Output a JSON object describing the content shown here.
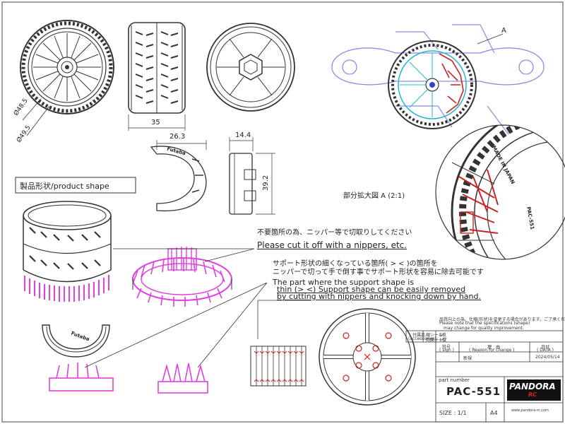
{
  "dimensions": {
    "d_inner": "Ø48.5",
    "d_outer": "Ø49.5",
    "width_35": "35",
    "w_26_3": "26.3",
    "w_14_4": "14.4",
    "h_39_2": "39.2"
  },
  "labels": {
    "product_shape": "製品形状/product shape",
    "detail_view": "部分拡大図 A (2:1)",
    "detail_marker": "A",
    "futaba": "Futaba",
    "made_in_japan": "MADE IN JAPAN",
    "pac551_vertical": "PAC-551"
  },
  "notes": {
    "jp_cut": "不要箇所の為、ニッパー等で切取りしてください",
    "en_cut": "Please cut it off with a nippers, etc.",
    "jp_support_1": "サポート形状の細くなっている箇所( > < )の箇所を",
    "jp_support_2": "ニッパーで切って手で倒す事でサポート形状を容易に除去可能です",
    "en_support_1": "The part where the support shape is",
    "en_support_2": "thin (> <) Support shape can be easily removed",
    "en_support_3": "by cutting with nippers and knocking down by hand."
  },
  "title_block": {
    "jp_notice": "品質向上の為、仕様(形状)を変更する場合があります。ご了承ください。",
    "en_notice_1": "Please note that the specifications (shape)",
    "en_notice_2": "may change for quality improvement.",
    "accessories_jp": "付属品",
    "accessories_en": "(accessories)",
    "acc_item_1": "銀シール",
    "acc_item_1_qty": "1枚",
    "acc_item_2": "両面テープ",
    "acc_item_2_qty": "1枚",
    "sign_jp": "符号",
    "sign_en": "( sign )",
    "reason_jp": "理　由",
    "reason_en": "( Reason for change )",
    "date_jp": "日付",
    "date_en": "( DATA )",
    "rev_text": "新規",
    "rev_date": "2024/05/14",
    "part_number_label": "part number",
    "part_number": "PAC-551",
    "size_label": "SIZE : 1/1",
    "paper": "A4",
    "brand": "PANDORA",
    "brand_sub": "RC",
    "website": "www.pandora-rc.com"
  },
  "colors": {
    "line": "#333333",
    "support_magenta": "#e040e0",
    "annotation_red": "#cc2222",
    "assembly_blue": "#8a8ae6",
    "cyan": "#27b5cf"
  }
}
